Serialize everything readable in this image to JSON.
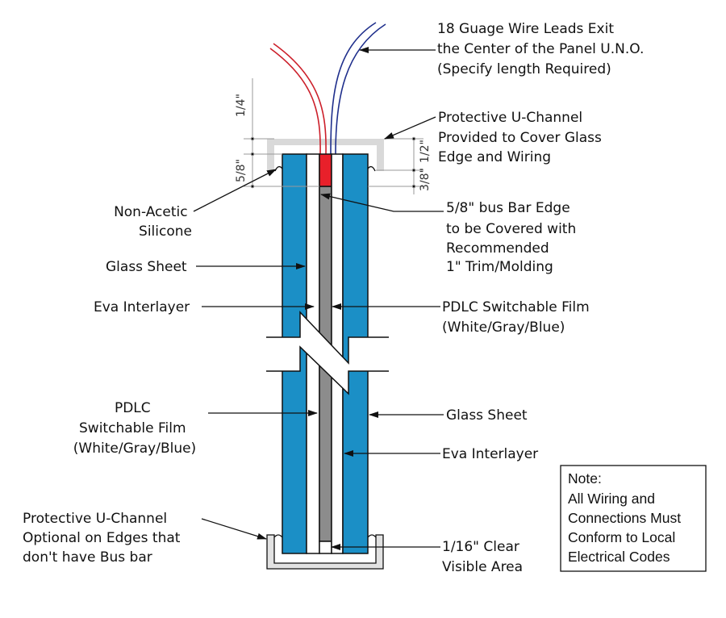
{
  "colors": {
    "glass": "#1b8fc6",
    "bus_bar": "#e8202a",
    "pdlc_film": "#8c8c8c",
    "u_channel": "#d9d9d9",
    "wire_positive": "#cc1f2a",
    "wire_negative": "#1f2f8c"
  },
  "labels": {
    "wire_leads": [
      "18 Guage Wire Leads Exit",
      "the Center of the Panel U.N.O.",
      "(Specify length Required)"
    ],
    "u_channel_top": [
      "Protective U-Channel",
      "Provided to Cover Glass",
      "Edge and Wiring"
    ],
    "silicone": [
      "Non-Acetic",
      "Silicone"
    ],
    "bus_bar": [
      "5/8\" bus Bar Edge",
      "to be Covered with",
      "Recommended",
      "1\" Trim/Molding"
    ],
    "glass_left": "Glass Sheet",
    "eva_left": "Eva Interlayer",
    "pdlc_right": [
      "PDLC Switchable Film",
      "(White/Gray/Blue)"
    ],
    "pdlc_left": [
      "PDLC",
      "Switchable Film",
      "(White/Gray/Blue)"
    ],
    "glass_right": "Glass Sheet",
    "eva_right": "Eva Interlayer",
    "u_channel_bottom": [
      "Protective U-Channel",
      "Optional on Edges that",
      "don't have Bus bar"
    ],
    "clear_area": [
      "1/16\" Clear",
      "Visible Area"
    ]
  },
  "dimensions": {
    "wire_clearance": "1/4\"",
    "bus_bar_depth": "5/8\"",
    "channel_depth": "1/2\"",
    "channel_overlap": "3/8\""
  },
  "note": {
    "title": "Note:",
    "lines": [
      "All Wiring and",
      "Connections Must",
      "Conform to Local",
      "Electrical Codes"
    ]
  }
}
